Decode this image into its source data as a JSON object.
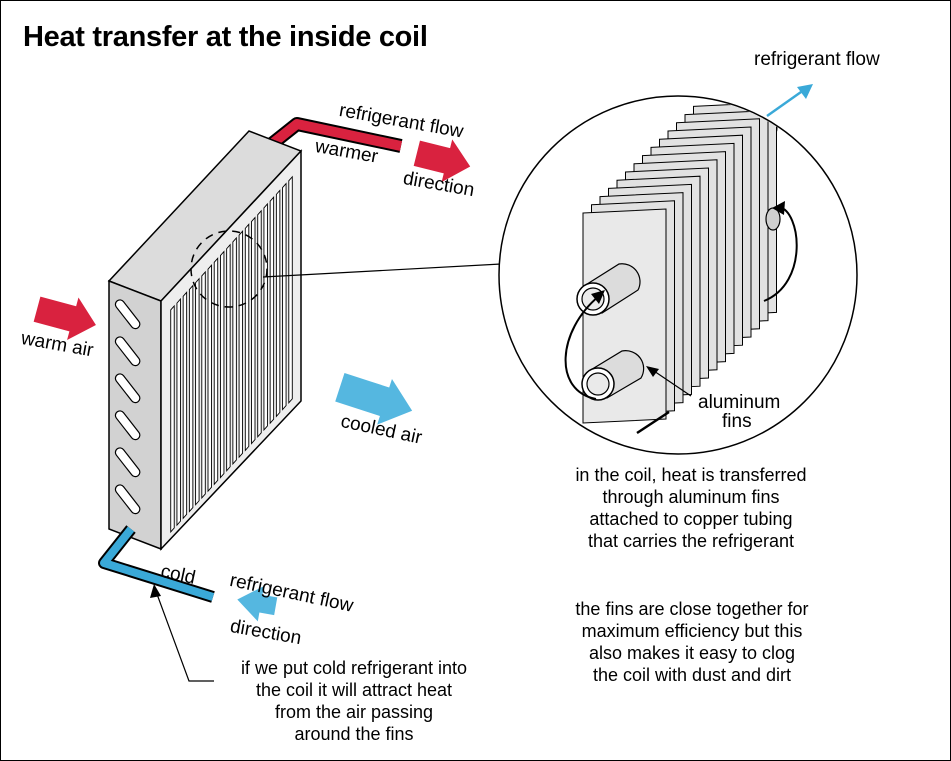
{
  "title": "Heat transfer at the inside coil",
  "labels": {
    "refrigerant_flow_top": "refrigerant flow",
    "warmer": "warmer",
    "direction_top": "direction",
    "refrigerant_flow_detail": "refrigerant flow",
    "warm_air": "warm air",
    "cooled_air": "cooled air",
    "aluminum_fins_1": "aluminum",
    "aluminum_fins_2": "fins",
    "cold": "cold",
    "refrigerant_flow_bottom": "refrigerant flow",
    "direction_bottom": "direction"
  },
  "notes": {
    "coil_transfer": [
      "in the coil, heat is transferred",
      "through aluminum fins",
      "attached to copper tubing",
      "that carries the refrigerant"
    ],
    "fins_close": [
      "the fins are close together for",
      "maximum efficiency but this",
      "also makes it easy to clog",
      "the coil with dust and dirt"
    ],
    "cold_refrigerant": [
      "if we put cold refrigerant into",
      "the coil it will attract heat",
      "from the air passing",
      "around the fins"
    ]
  },
  "colors": {
    "warm": "#d9223f",
    "cold": "#3aa9d8",
    "coil_face": "#e4e4e4",
    "coil_side": "#cfcfcf",
    "fin": "#e6e6e6",
    "outline": "#000000"
  }
}
